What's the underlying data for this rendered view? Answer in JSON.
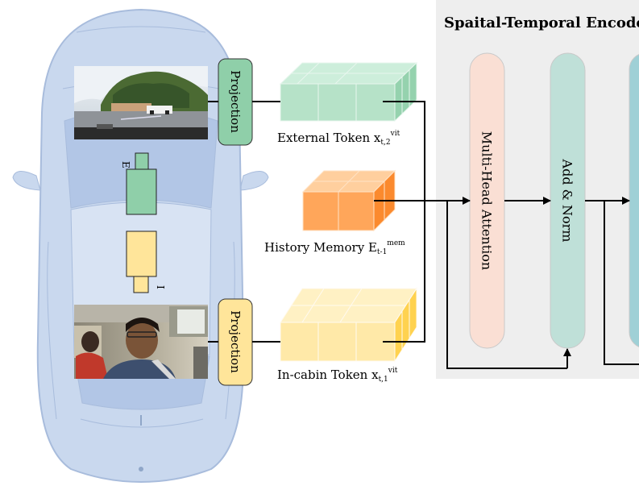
{
  "encoder": {
    "title": "Spaital-Temporal Encoder",
    "blocks": [
      "Multi-Head Attention",
      "Add & Norm"
    ]
  },
  "projections": {
    "top": "Projection",
    "bottom": "Projection"
  },
  "cameras": {
    "external_label": "E",
    "incabin_label": "I"
  },
  "tokens": {
    "external": {
      "text": "External Token x",
      "sub": "t,2",
      "sup": "vit"
    },
    "memory": {
      "text": "History Memory E",
      "sub": "t-1",
      "sup": "mem"
    },
    "incabin": {
      "text": "In-cabin Token x",
      "sub": "t,1",
      "sup": "vit"
    }
  },
  "colors": {
    "car_body": "#c9d8ee",
    "car_stroke": "#a8bcdc",
    "encoder_bg": "#eeeeee",
    "projection_green": "#8fcfa9",
    "projection_yellow": "#ffe59a",
    "token_green": "#b6e2c8",
    "token_orange": "#ffa65a",
    "token_yellow": "#ffe9a8",
    "mha_fill": "#fadfd4",
    "addnorm_fill": "#bfe0d8",
    "ff_fill": "#9fd0d6"
  },
  "icons": [
    "external-camera-icon",
    "incabin-camera-icon",
    "road-scene-photo",
    "cabin-scene-photo"
  ]
}
